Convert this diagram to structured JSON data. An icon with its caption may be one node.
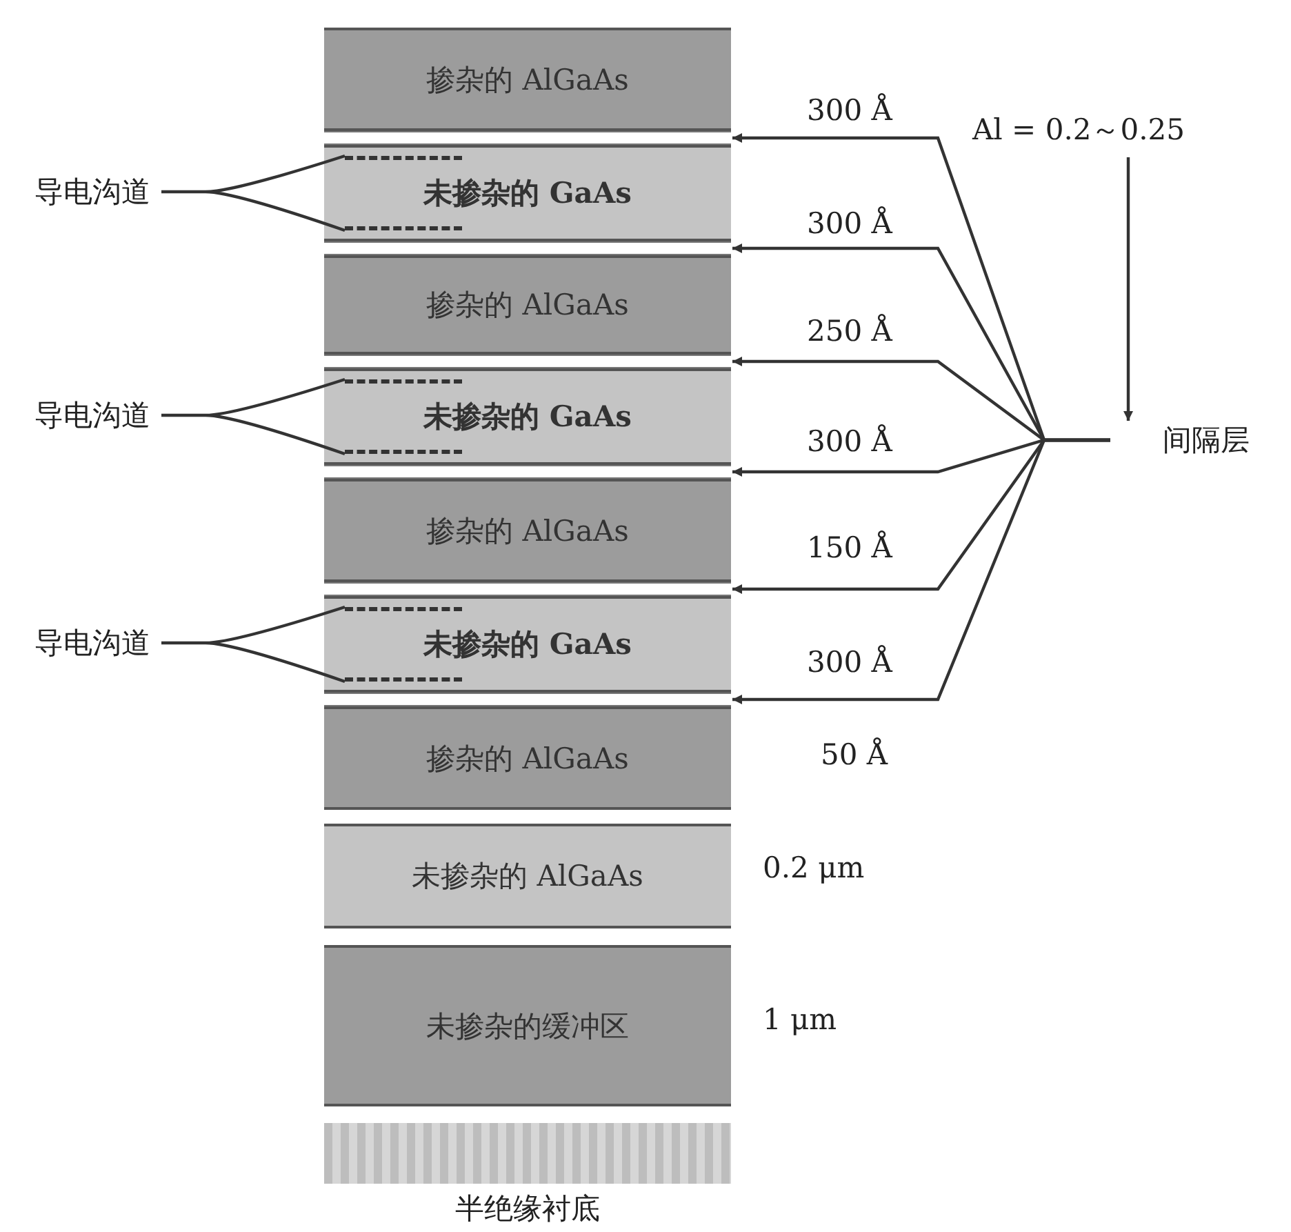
{
  "diagram": {
    "nodes": [
      {
        "text": [
          "掺杂的 AlGaAs"
        ]
      },
      {
        "text": [],
        "shape": "bar"
      },
      {
        "text": [
          "未掺杂的 GaAs"
        ]
      },
      {
        "text": [],
        "shape": "box",
        "in": 2
      },
      {
        "text": [],
        "shape": "bar"
      },
      {
        "text": [
          "掺杂的 AlGaAs"
        ]
      },
      {
        "text": [],
        "shape": "bar"
      },
      {
        "text": [
          "未掺杂的 GaAs"
        ]
      },
      {
        "text": [],
        "shape": "box",
        "in": 7
      },
      {
        "text": [],
        "shape": "bar"
      },
      {
        "text": [
          "掺杂的 AlGaAs"
        ]
      },
      {
        "text": [],
        "shape": "bar"
      },
      {
        "text": [
          "未掺杂的 GaAs"
        ]
      },
      {
        "text": [],
        "shape": "box",
        "in": 12
      },
      {
        "text": [],
        "shape": "bar"
      },
      {
        "text": [
          "掺杂的 AlGaAs"
        ]
      },
      {
        "text": [
          "未掺杂的 AlGaAs"
        ]
      },
      {
        "text": [
          "未掺杂的缓冲区"
        ]
      },
      {
        "text": [
          "半绝缘衬底"
        ]
      },
      {
        "text": [
          "导电沟道"
        ]
      },
      {
        "text": [
          "导电沟道"
        ]
      },
      {
        "text": [
          "导电沟道"
        ]
      },
      {
        "text": [
          "Al = 0.2～0.25"
        ]
      },
      {
        "text": [
          "间隔层"
        ]
      }
    ],
    "edges": [
      {
        "from": 19,
        "to": 3,
        "arrow": "none"
      },
      {
        "from": 20,
        "to": 8,
        "arrow": "none"
      },
      {
        "from": 21,
        "to": 13,
        "arrow": "none"
      },
      {
        "from": 22,
        "to": 23,
        "arrow": "to"
      },
      {
        "from": 23,
        "to": 1,
        "arrow": "to"
      },
      {
        "from": 23,
        "to": 4,
        "arrow": "to"
      },
      {
        "from": 23,
        "to": 6,
        "arrow": "to"
      },
      {
        "from": 23,
        "to": 9,
        "arrow": "to"
      },
      {
        "from": 23,
        "to": 11,
        "arrow": "to"
      },
      {
        "from": 23,
        "to": 14,
        "arrow": "to"
      }
    ],
    "labels": [
      "300 Å",
      "300 Å",
      "250 Å",
      "300 Å",
      "150 Å",
      "300 Å",
      "50 Å",
      "0.2 μm",
      "1 μm"
    ]
  }
}
